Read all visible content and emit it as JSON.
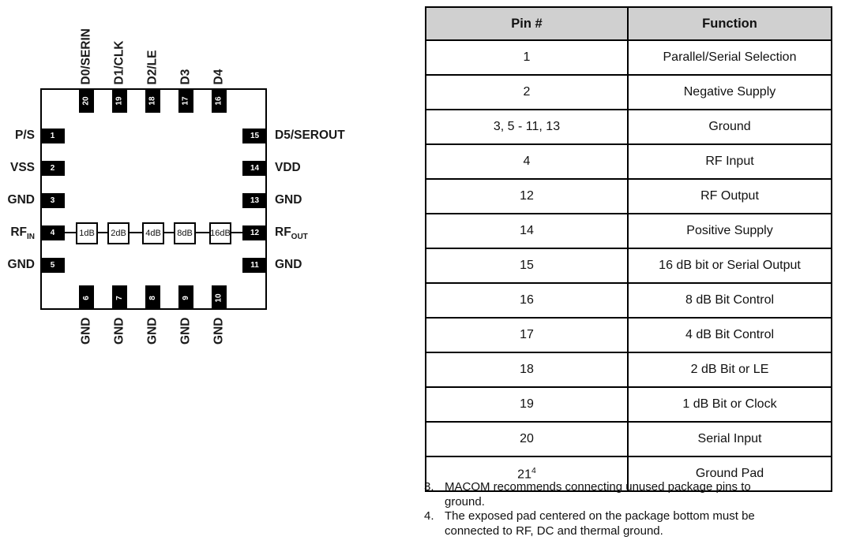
{
  "diagram": {
    "top_labels": [
      "D0/SERIN",
      "D1/CLK",
      "D2/LE",
      "D3",
      "D4"
    ],
    "top_pin_numbers": [
      "20",
      "19",
      "18",
      "17",
      "16"
    ],
    "bottom_pin_numbers": [
      "6",
      "7",
      "8",
      "9",
      "10"
    ],
    "bottom_labels": [
      "GND",
      "GND",
      "GND",
      "GND",
      "GND"
    ],
    "left_pin_numbers": [
      "1",
      "2",
      "3",
      "4",
      "5"
    ],
    "right_pin_numbers": [
      "15",
      "14",
      "13",
      "12",
      "11"
    ],
    "left": {
      "l1": "P/S",
      "l2": "VSS",
      "l3": "GND",
      "l4_base": "RF",
      "l4_sub": "IN",
      "l5": "GND"
    },
    "right": {
      "r15": "D5/SEROUT",
      "r14": "VDD",
      "r13": "GND",
      "r12_base": "RF",
      "r12_sub": "OUT",
      "r11": "GND"
    },
    "attenuators": [
      "1dB",
      "2dB",
      "4dB",
      "8dB",
      "16dB"
    ]
  },
  "table": {
    "headers": [
      "Pin #",
      "Function"
    ],
    "rows": [
      {
        "pin": "1",
        "fn": "Parallel/Serial Selection"
      },
      {
        "pin": "2",
        "fn": "Negative Supply"
      },
      {
        "pin": "3, 5 - 11, 13",
        "fn": "Ground"
      },
      {
        "pin": "4",
        "fn": "RF Input"
      },
      {
        "pin": "12",
        "fn": "RF Output"
      },
      {
        "pin": "14",
        "fn": "Positive Supply"
      },
      {
        "pin": "15",
        "fn": "16 dB bit or Serial Output"
      },
      {
        "pin": "16",
        "fn": "8 dB Bit Control"
      },
      {
        "pin": "17",
        "fn": "4 dB Bit Control"
      },
      {
        "pin": "18",
        "fn": "2 dB Bit or LE"
      },
      {
        "pin": "19",
        "fn": "1 dB Bit or Clock"
      },
      {
        "pin": "20",
        "fn": "Serial Input"
      },
      {
        "pin": "21",
        "pin_sup": "4",
        "fn": "Ground Pad"
      }
    ]
  },
  "notes": [
    {
      "num": "3.",
      "text": "MACOM recommends connecting unused package pins to ground."
    },
    {
      "num": "4.",
      "text": "The exposed pad centered on the package bottom must be connected to RF, DC and thermal ground."
    }
  ],
  "colors": {
    "header_bg": "#d0d0d0",
    "pad_fill": "#000000",
    "border": "#000000"
  }
}
